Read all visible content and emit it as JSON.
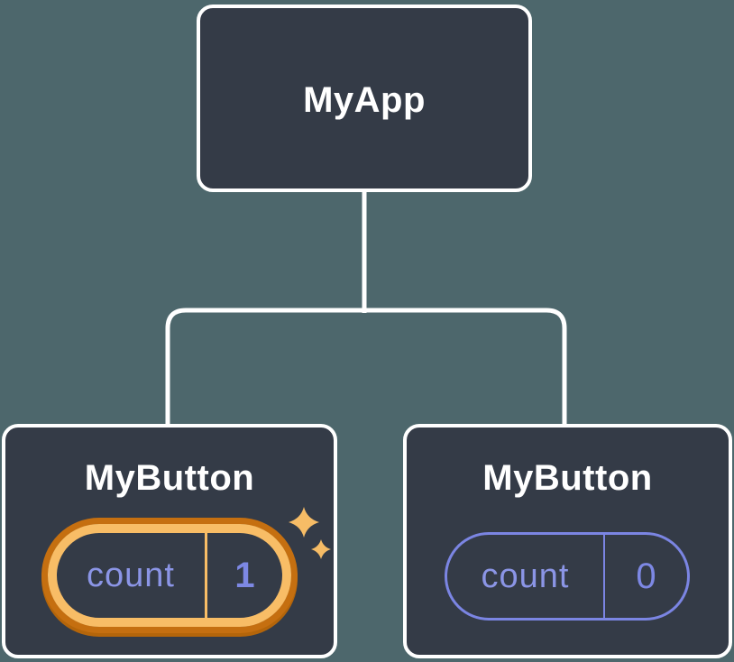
{
  "diagram": {
    "root": {
      "label": "MyApp"
    },
    "children": [
      {
        "label": "MyButton",
        "state": {
          "key": "count",
          "value": "1"
        },
        "highlighted": true
      },
      {
        "label": "MyButton",
        "state": {
          "key": "count",
          "value": "0"
        },
        "highlighted": false
      }
    ]
  },
  "colors": {
    "background": "#4d676c",
    "node_fill": "#343b47",
    "node_border": "#ffffff",
    "connector_line": "#ffffff",
    "title_text": "#ffffff",
    "state_key_text": "#8b95e6",
    "state_value_text": "#7d88e4",
    "highlight_ring_outer": "#c56f10",
    "highlight_ring_inner": "#f8bd66",
    "sparkle": "#f6bc66",
    "default_pill_border": "#7b85e3"
  }
}
